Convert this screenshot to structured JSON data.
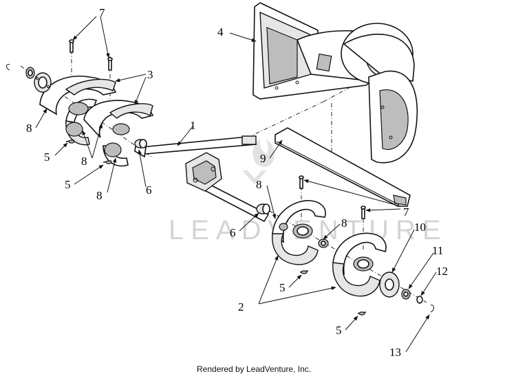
{
  "diagram": {
    "callouts": [
      "1",
      "2",
      "3",
      "4",
      "5",
      "6",
      "7",
      "8",
      "9",
      "10",
      "11",
      "12",
      "13"
    ],
    "watermark": "LEADVENTURE",
    "footer": "Rendered by LeadVenture, Inc."
  }
}
